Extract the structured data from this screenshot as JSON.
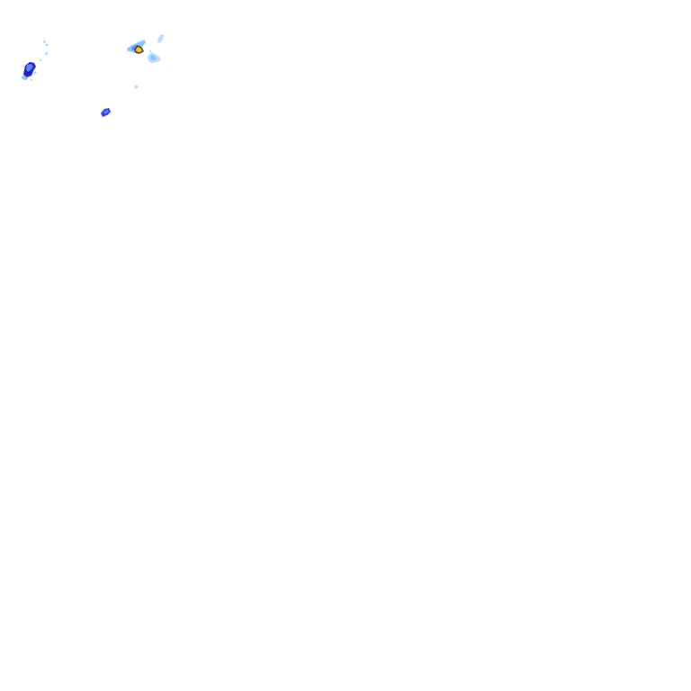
{
  "map": {
    "kind": "precipitation radar overlay tile",
    "background_color": "#ffffff",
    "intensity_colors": {
      "very_light": "#b9dcff",
      "light": "#8fc3ff",
      "moderate": "#5f86ff",
      "heavy": "#3a3af0",
      "very_heavy": "#2020c8",
      "extreme_core": "#f2c233",
      "extreme_outline": "#4a3a12"
    },
    "echo_count": 10,
    "echoes": [
      {
        "id": "cell-northwest-main",
        "intensity": "very_heavy"
      },
      {
        "id": "cell-northwest-fringe",
        "intensity": "light"
      },
      {
        "id": "cell-north-specks",
        "intensity": "very_light"
      },
      {
        "id": "cell-north-central-core",
        "intensity": "extreme_core"
      },
      {
        "id": "cell-north-central-band",
        "intensity": "light"
      },
      {
        "id": "cell-north-central-streak",
        "intensity": "very_light"
      },
      {
        "id": "cell-north-east-fragment",
        "intensity": "very_light"
      },
      {
        "id": "cell-central-speck",
        "intensity": "very_light"
      },
      {
        "id": "cell-west-central",
        "intensity": "heavy"
      },
      {
        "id": "cell-small-dots",
        "intensity": "very_light"
      }
    ]
  }
}
